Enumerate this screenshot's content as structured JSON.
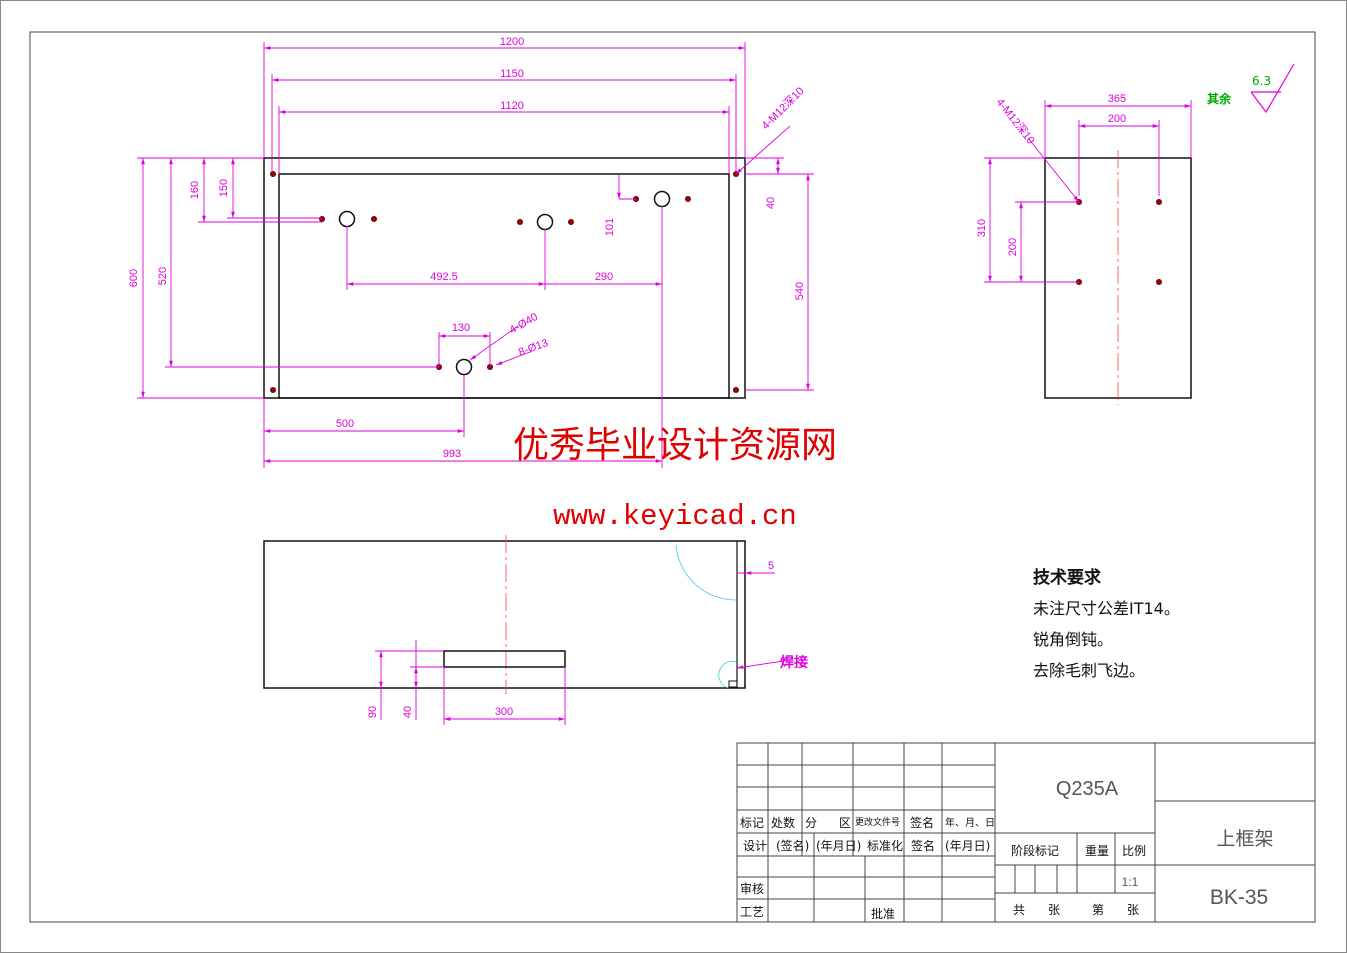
{
  "front_view": {
    "dims_top": [
      "1200",
      "1150",
      "1120"
    ],
    "thread_note": "4-M12深10",
    "dims_left": [
      "600",
      "520",
      "160",
      "150"
    ],
    "dims_right": [
      "40",
      "540"
    ],
    "dim_101": "101",
    "dims_mid": [
      "492.5",
      "290"
    ],
    "dim_130": "130",
    "hole_notes": [
      "4-Ø40",
      "8-Ø13"
    ],
    "dims_bottom": [
      "500",
      "993"
    ]
  },
  "side_view": {
    "dims_top": [
      "365",
      "200"
    ],
    "thread_note": "4-M12深10",
    "dims_left": [
      "310",
      "200"
    ]
  },
  "bottom_view": {
    "dims": [
      "5",
      "90",
      "40",
      "300"
    ],
    "weld_note": "焊接"
  },
  "surface_finish": {
    "rest_label": "其余",
    "value": "6.3"
  },
  "watermark": {
    "line1": "优秀毕业设计资源网",
    "line2": "www.keyicad.cn"
  },
  "tech_requirements": {
    "title": "技术要求",
    "items": [
      "未注尺寸公差IT14。",
      "锐角倒钝。",
      "去除毛刺飞边。"
    ]
  },
  "title_block": {
    "material": "Q235A",
    "part_name": "上框架",
    "drawing_no": "BK-35",
    "scale": "1:1",
    "labels": {
      "mark": "标记",
      "count": "处数",
      "zone_a": "分",
      "zone_b": "区",
      "change_doc": "更改文件号",
      "sign": "签名",
      "date": "年、月、日",
      "design": "设计",
      "sign_paren": "(签名)",
      "date_paren": "(年月日)",
      "standard": "标准化",
      "sign2": "签名",
      "date_paren2": "(年月日)",
      "stage_mark": "阶段标记",
      "weight": "重量",
      "ratio": "比例",
      "review": "审核",
      "process": "工艺",
      "approve": "批准",
      "total": "共",
      "sheets": "张",
      "number": "第",
      "sheet": "张"
    }
  },
  "colors": {
    "dimension": "#e000e0",
    "outline": "#111111",
    "watermark": "#e00000",
    "hole": "#a00000",
    "finish": "#00aa00",
    "centerline": "#ff4444"
  }
}
